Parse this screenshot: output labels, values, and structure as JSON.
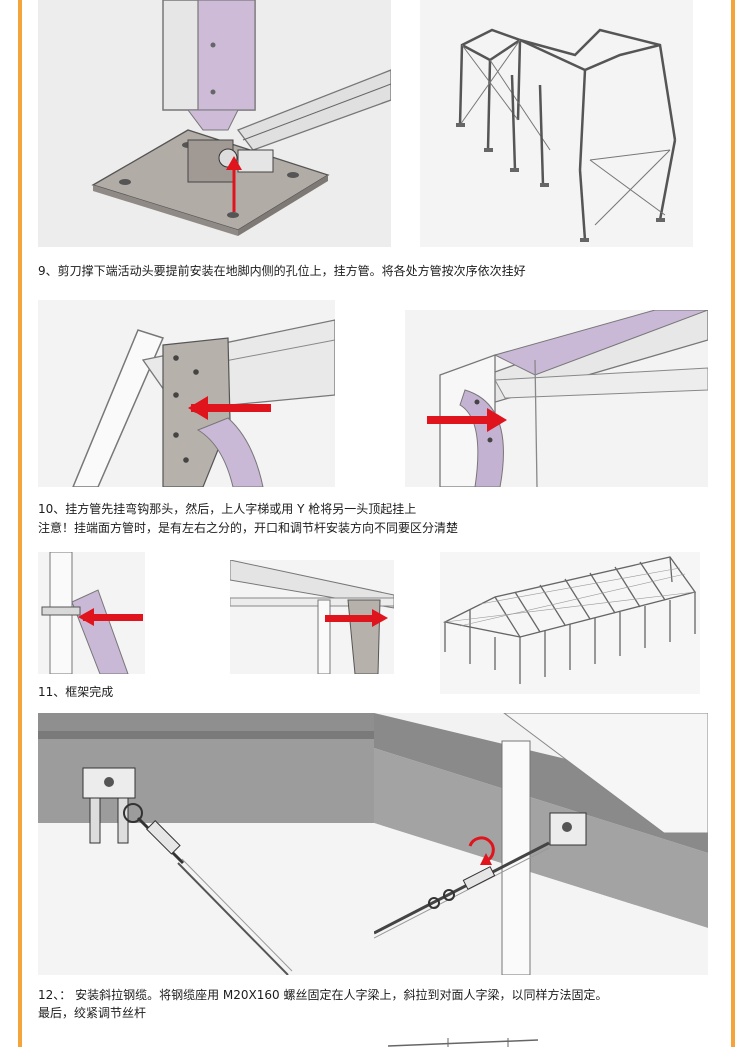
{
  "captions": {
    "step9": "9、剪刀撑下端活动头要提前安装在地脚内侧的孔位上，挂方管。将各处方管按次序依次挂好",
    "step10_line1": "10、挂方管先挂弯钩那头，然后，上人字梯或用 Y 枪将另一头顶起挂上",
    "step10_line2": "注意！挂端面方管时，是有左右之分的，开口和调节杆安装方向不同要区分清楚",
    "step11": "11、框架完成",
    "step12_line1": "12、：  安装斜拉钢缆。将钢缆座用 M20X160 螺丝固定在人字梁上，斜拉到对面人字梁，以同样方法固定。",
    "step12_line2": "最后，绞紧调节丝杆"
  },
  "colors": {
    "frame_border": "#f5a43b",
    "arrow_red": "#e0141c",
    "purple_panel": "#c9b8d6",
    "plate_gray": "#b2aca6",
    "beam_gray": "#9a9a9a"
  }
}
